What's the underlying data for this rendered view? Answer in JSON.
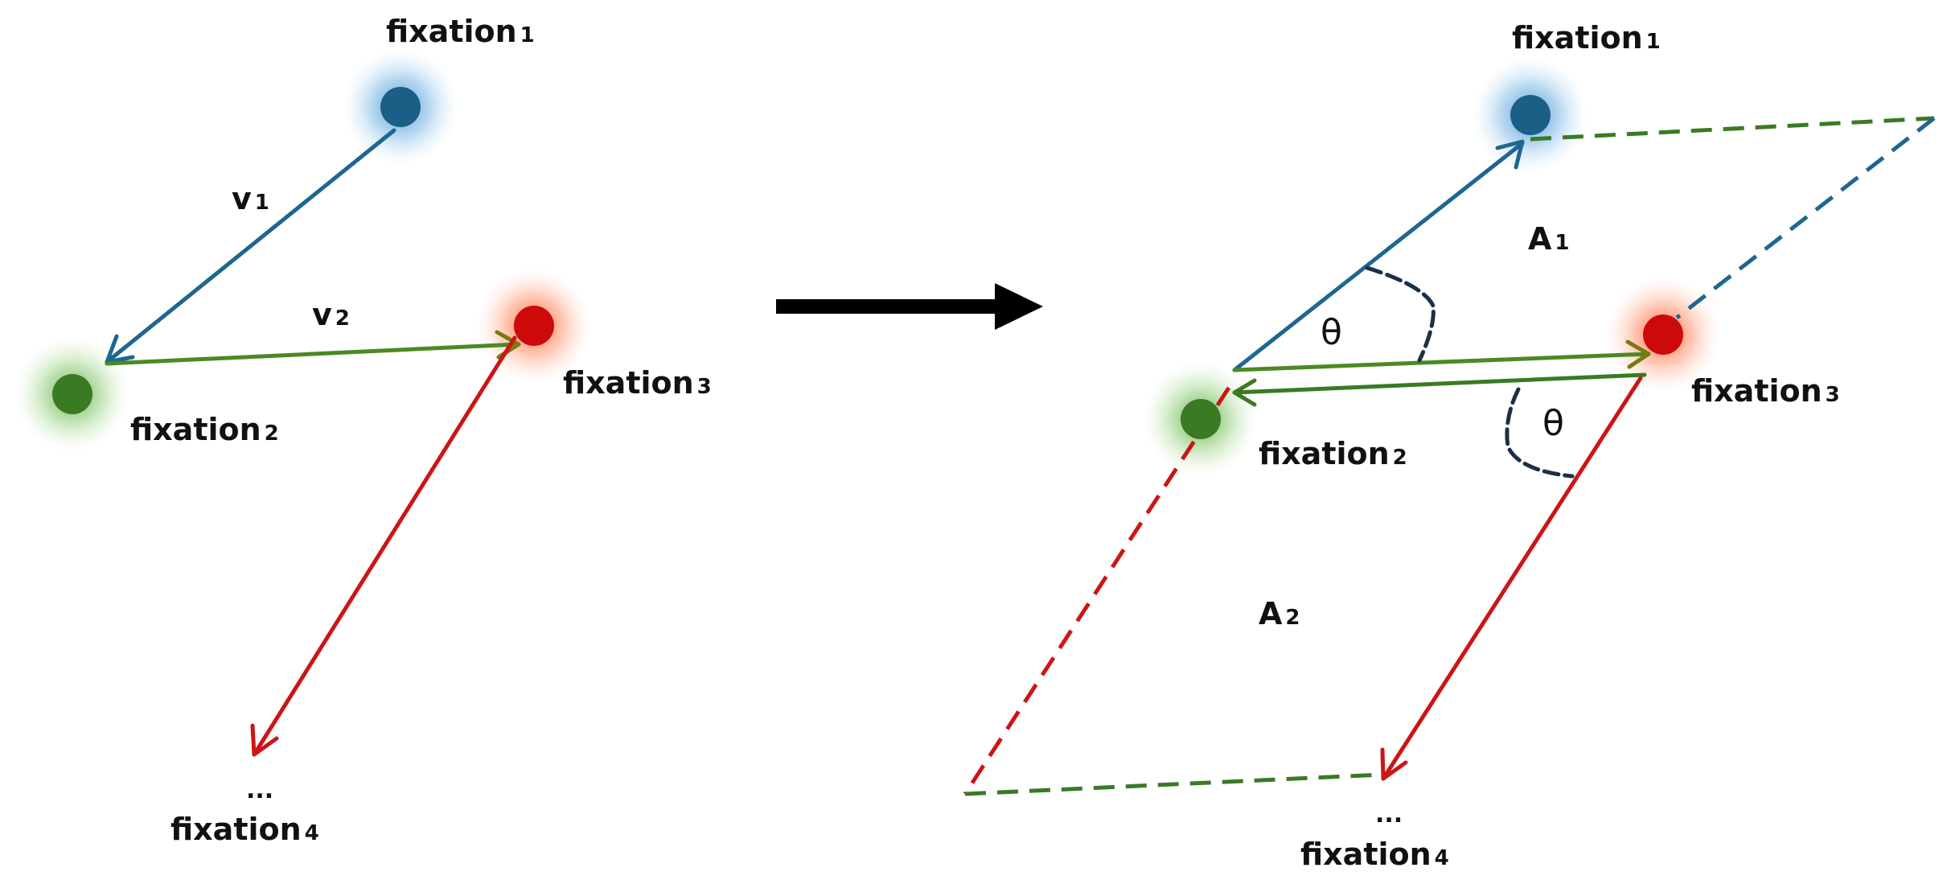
{
  "left": {
    "fix1": {
      "label": "fixation",
      "num": "1"
    },
    "fix2": {
      "label": "fixation",
      "num": "2"
    },
    "fix3": {
      "label": "fixation",
      "num": "3"
    },
    "fix4": {
      "label": "fixation",
      "num": "4"
    },
    "v1": {
      "label": "v",
      "num": "1"
    },
    "v2": {
      "label": "v",
      "num": "2"
    },
    "ellipsis": "..."
  },
  "right": {
    "fix1": {
      "label": "fixation",
      "num": "1"
    },
    "fix2": {
      "label": "fixation",
      "num": "2"
    },
    "fix3": {
      "label": "fixation",
      "num": "3"
    },
    "fix4": {
      "label": "fixation",
      "num": "4"
    },
    "a1": {
      "label": "A",
      "num": "1"
    },
    "a2": {
      "label": "A",
      "num": "2"
    },
    "theta": "θ",
    "ellipsis": "..."
  },
  "colors": {
    "fix1": "#1b5e86",
    "fix2": "#3a7a23",
    "fix3": "#cc0a0a",
    "v1": "#1f6690",
    "v2": "#4a8a22",
    "v3": "#cc1515",
    "angle_arc": "#1c2f4a"
  }
}
